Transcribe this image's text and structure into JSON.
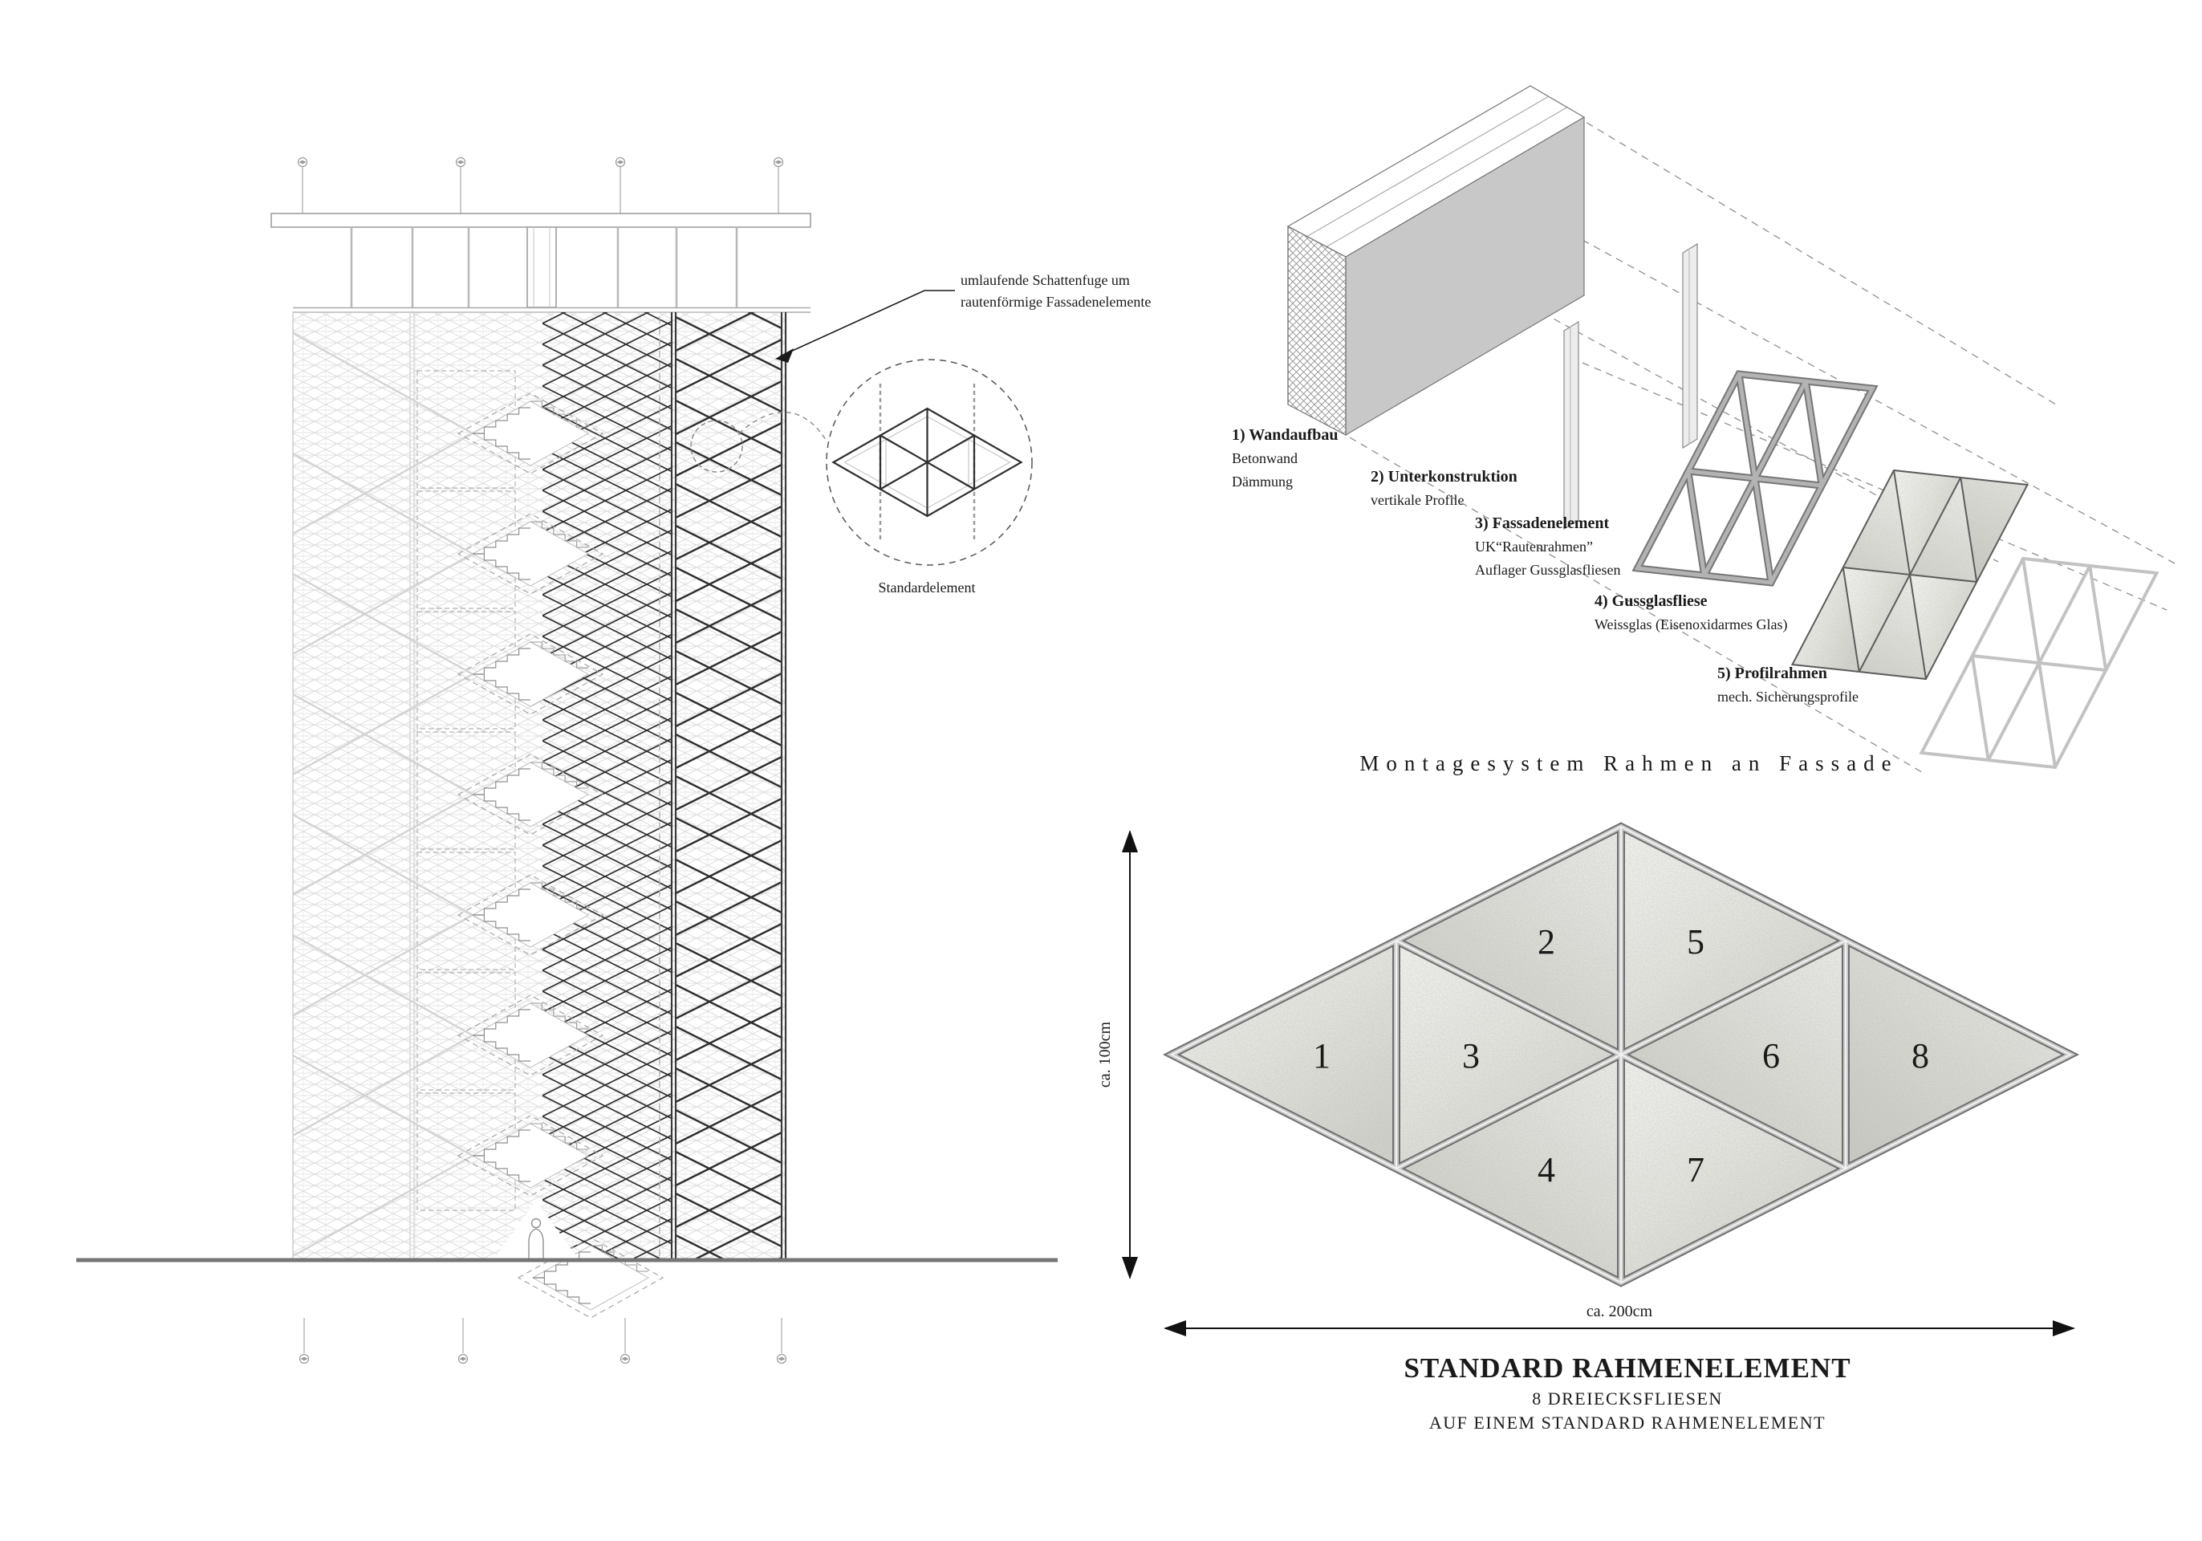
{
  "page": {
    "background": "#ffffff",
    "ink": "#1a1a1a",
    "line_light": "#d8d8d8",
    "line_dashed": "#a6a6a6",
    "line_bold": "#2e2e2e",
    "wall_fill": "#c8c8c8",
    "metal": "#b3b3b3",
    "glass_light": "#f1f1ee",
    "glass_dark": "#d5d5d0"
  },
  "elevation": {
    "annotation": {
      "line1": "umlaufende Schattenfuge um",
      "line2": "rautenförmige Fassadenelemente"
    },
    "detail_label": "Standardelement"
  },
  "montage": {
    "title": "Montagesystem Rahmen an Fassade",
    "steps": [
      {
        "title": "1) Wandaufbau",
        "lines": [
          "Betonwand",
          "Dämmung"
        ]
      },
      {
        "title": "2) Unterkonstruktion",
        "lines": [
          "vertikale Profile"
        ]
      },
      {
        "title": "3) Fassadenelement",
        "lines": [
          "UK“Rautenrahmen”",
          "Auflager Gussglasfliesen"
        ]
      },
      {
        "title": "4) Gussglasfliese",
        "lines": [
          "Weissglas (Eisenoxidarmes Glas)"
        ]
      },
      {
        "title": "5) Profilrahmen",
        "lines": [
          "mech. Sicherungsprofile"
        ]
      }
    ]
  },
  "standard": {
    "tile_numbers": [
      "1",
      "2",
      "3",
      "4",
      "5",
      "6",
      "7",
      "8"
    ],
    "dim_height": "ca. 100cm",
    "dim_width": "ca. 200cm",
    "title": "STANDARD RAHMENELEMENT",
    "subtitle1": "8 DREIECKSFLIESEN",
    "subtitle2": "AUF EINEM STANDARD RAHMENELEMENT"
  }
}
